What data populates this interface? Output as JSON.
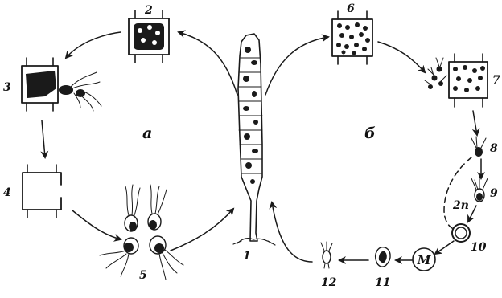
{
  "labels": {
    "l1": "1",
    "l2": "2",
    "l3": "3",
    "l4": "4",
    "l5": "5",
    "l6": "6",
    "l7": "7",
    "l8": "8",
    "l9": "9",
    "l10": "10",
    "l11": "11",
    "l12": "12",
    "cycle_a": "а",
    "cycle_b": "б",
    "ploidy": "2n",
    "meiosis": "M"
  }
}
